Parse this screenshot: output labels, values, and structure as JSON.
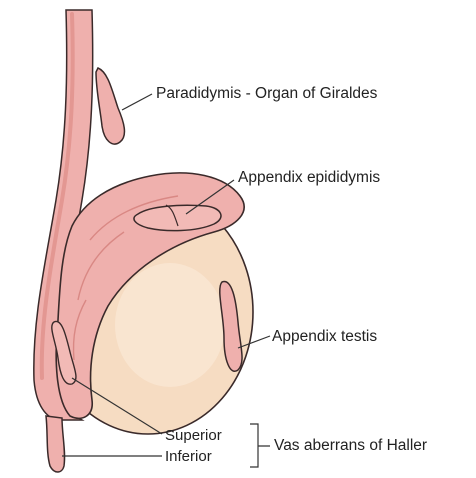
{
  "labels": {
    "paradidymis": "Paradidymis - Organ of Giraldes",
    "appendix_epididymis": "Appendix epididymis",
    "appendix_testis": "Appendix testis",
    "superior": "Superior",
    "inferior": "Inferior",
    "vas_aberrans": "Vas aberrans of Haller"
  },
  "colors": {
    "testis_fill": "#f6dcc2",
    "epididymis_fill": "#efb0ad",
    "epididymis_shade": "#e39792",
    "outline": "#3a2a2a",
    "leader_line": "#333333"
  }
}
